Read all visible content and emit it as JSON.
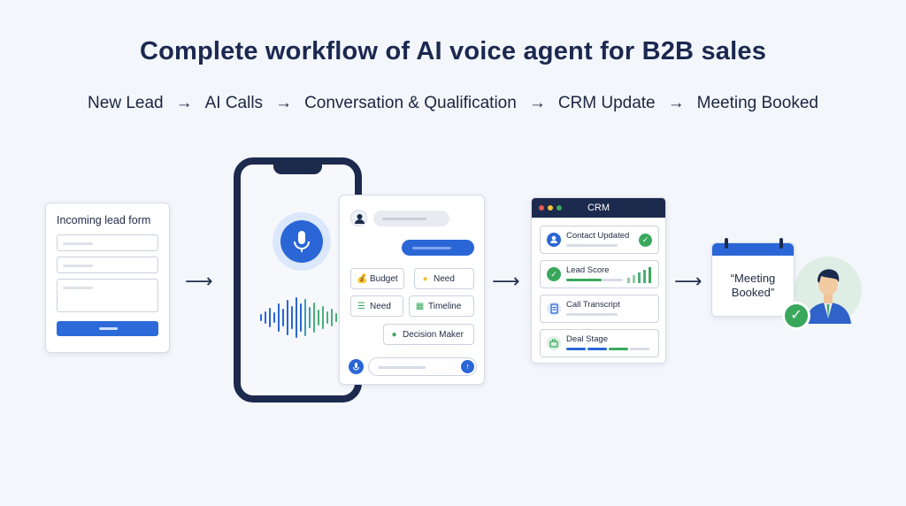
{
  "title": "Complete workflow of AI voice agent for B2B sales",
  "flow": {
    "steps": [
      "New Lead",
      "AI Calls",
      "Conversation & Qualification",
      "CRM Update",
      "Meeting Booked"
    ],
    "separator": "→"
  },
  "lead_form": {
    "title": "Incoming lead form"
  },
  "arrow_glyph": "⟶",
  "chat": {
    "chips": [
      "Budget",
      "Need",
      "Need",
      "Timeline",
      "Decision Maker"
    ]
  },
  "crm": {
    "title": "CRM",
    "items": [
      "Contact Updated",
      "Lead Score",
      "Call Transcript",
      "Deal Stage"
    ]
  },
  "meeting": {
    "text": "“Meeting Booked”"
  },
  "colors": {
    "accent": "#2a66d6",
    "navy": "#1c2a4e",
    "success": "#3aa85c",
    "warning": "#f3c43b"
  }
}
